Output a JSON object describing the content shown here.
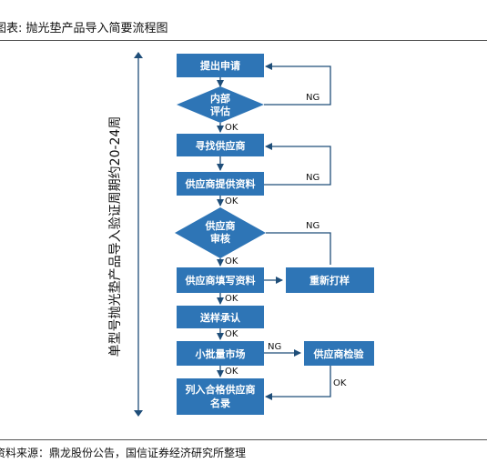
{
  "caption": "图表: 抛光垫产品导入简要流程图",
  "source": "资料来源：鼎龙股份公告，国信证券经济研究所整理",
  "side_label": "单型号抛光垫产品导入验证周期约20-24周",
  "colors": {
    "box": "#2e75b6",
    "line": "#1f4e79"
  },
  "nodes": {
    "proposal": "提出申请",
    "internal_eval_1": "内部",
    "internal_eval_2": "评估",
    "find_supplier": "寻找供应商",
    "supplier_docs": "供应商提供资料",
    "supplier_review_1": "供应商",
    "supplier_review_2": "审核",
    "fill_docs": "供应商填写资料",
    "rework": "重新打样",
    "sample_approval": "送样承认",
    "small_batch": "小批量市场",
    "supplier_inspect": "供应商检验",
    "qualified_1": "列入合格供应商",
    "qualified_2": "名录"
  },
  "edge_labels": {
    "ng_eval": "NG",
    "ok_eval": "OK",
    "ok_docs": "OK",
    "ng_docs": "NG",
    "ng_review": "NG",
    "ok_review": "OK",
    "ok_fill": "OK",
    "ok_sample": "OK",
    "ng_batch": "NG",
    "ok_batch": "OK",
    "ok_inspect": "OK"
  }
}
